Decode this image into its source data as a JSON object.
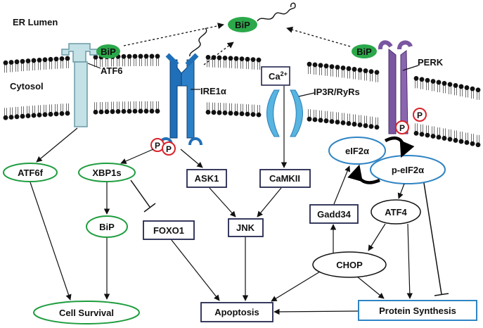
{
  "compartments": {
    "lumen": "ER Lumen",
    "cytosol": "Cytosol"
  },
  "proteins": {
    "bip_free": "BiP",
    "bip_atf6": "BiP",
    "bip_perk": "BiP",
    "atf6": "ATF6",
    "ire1": "IRE1α",
    "ip3r": "IP3R/RyRs",
    "perk": "PERK",
    "calcium": "Ca",
    "calcium_sup": "2+",
    "phospho": "P"
  },
  "nodes": {
    "atf6f": "ATF6f",
    "xbp1s": "XBP1s",
    "bip_induced": "BiP",
    "foxo1": "FOXO1",
    "ask1": "ASK1",
    "camkii": "CaMKII",
    "jnk": "JNK",
    "eif2a": "eIF2α",
    "p_eif2a": "p-eIF2α",
    "gadd34": "Gadd34",
    "atf4": "ATF4",
    "chop": "CHOP",
    "cell_survival": "Cell Survival",
    "apoptosis": "Apoptosis",
    "protein_synthesis": "Protein Synthesis"
  },
  "colors": {
    "bip_fill": "#2ba84a",
    "green_outline": "#1f9d3f",
    "navy_outline": "#23264e",
    "blue_outline": "#2f84c4",
    "ire1_blue": "#1f6fb8",
    "atf6_fill": "#c3e1e6",
    "perk_purple": "#7a55a0",
    "ip3r_blue": "#58b4e0",
    "phospho_red": "#d8242a"
  }
}
